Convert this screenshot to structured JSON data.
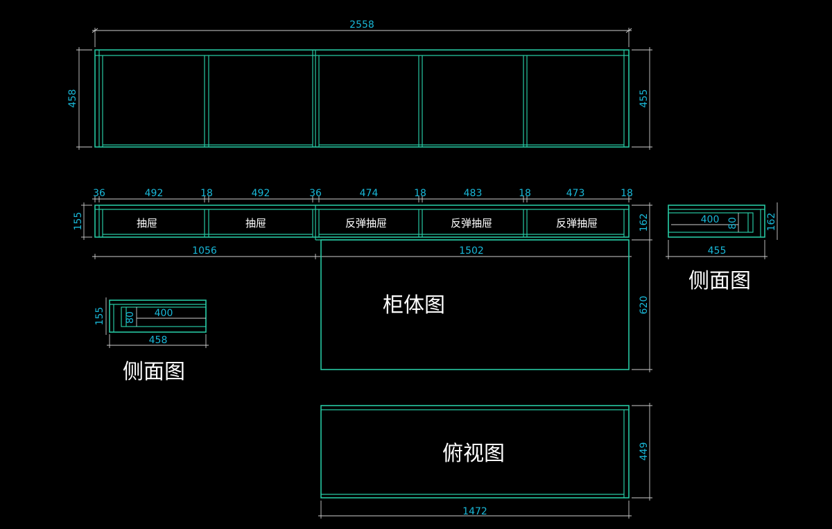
{
  "colors": {
    "background": "#000000",
    "outline": "#27c9a3",
    "dimension_line": "#d0d0d0",
    "dimension_text": "#19b8d8",
    "label_text": "#ffffff"
  },
  "upper_cabinet": {
    "width_dim": "2558",
    "left_height_dim": "458",
    "right_height_dim": "455"
  },
  "drawer_row": {
    "top_dims": [
      "36",
      "492",
      "18",
      "492",
      "36",
      "474",
      "18",
      "483",
      "18",
      "473",
      "18"
    ],
    "left_height_dim": "155",
    "right_height_dim": "162",
    "drawer_labels": [
      "抽屉",
      "抽屉",
      "反弹抽屉",
      "反弹抽屉",
      "反弹抽屉"
    ],
    "bottom_left_dim": "1056",
    "bottom_right_dim": "1502"
  },
  "cabinet_body": {
    "height_dim": "620",
    "title": "柜体图"
  },
  "side_view_left": {
    "height_dim": "155",
    "inner_height_dim": "80",
    "inner_width_dim": "400",
    "width_dim": "458",
    "title": "侧面图"
  },
  "side_view_right": {
    "height_dim": "162",
    "inner_height_dim": "80",
    "inner_width_dim": "400",
    "width_dim": "455",
    "title": "侧面图"
  },
  "top_view": {
    "height_dim": "449",
    "width_dim": "1472",
    "title": "俯视图"
  }
}
